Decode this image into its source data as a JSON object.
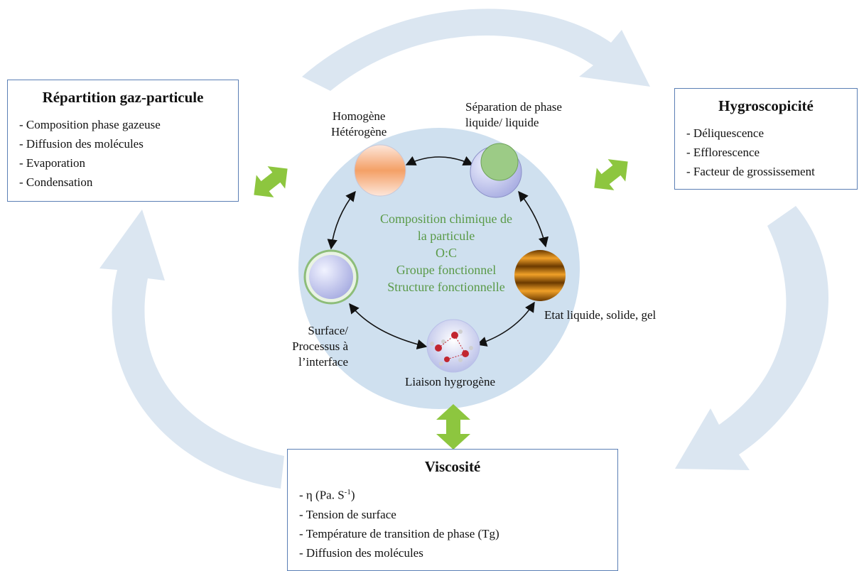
{
  "boxes": {
    "gas_particle": {
      "title": "Répartition gaz-particule",
      "items": [
        "- Composition phase gazeuse",
        "- Diffusion des molécules",
        "- Evaporation",
        "- Condensation"
      ]
    },
    "hygroscopicity": {
      "title": "Hygroscopicité",
      "items": [
        "- Déliquescence",
        "- Efflorescence",
        "- Facteur de grossissement"
      ]
    },
    "viscosity": {
      "title": "Viscosité",
      "items_prefix": "- η (Pa. S",
      "items_sup": "-1",
      "items_suffix": ")",
      "items": [
        "- Tension de surface",
        "- Température de transition de phase (Tg)",
        "- Diffusion des molécules"
      ]
    }
  },
  "center": {
    "lines": [
      "Composition chimique de",
      "la particule",
      "O:C",
      "Groupe fonctionnel",
      "Structure fonctionnelle"
    ]
  },
  "nodes": {
    "homogeneous": [
      "Homogène",
      "Hétérogène"
    ],
    "phase_separation": [
      "Séparation de phase",
      "liquide/ liquide"
    ],
    "state": [
      "Etat liquide, solide, gel"
    ],
    "hydrogen_bond": [
      "Liaison hygrogène"
    ],
    "surface": [
      "Surface/",
      "Processus à",
      "l’interface"
    ]
  },
  "colors": {
    "cycle_arrow": "#dbe6f1",
    "center_disc": "#cfe0ef",
    "double_arrow": "#8dc63f",
    "box_border": "#5b7fb5",
    "center_text": "#5a9a48"
  }
}
